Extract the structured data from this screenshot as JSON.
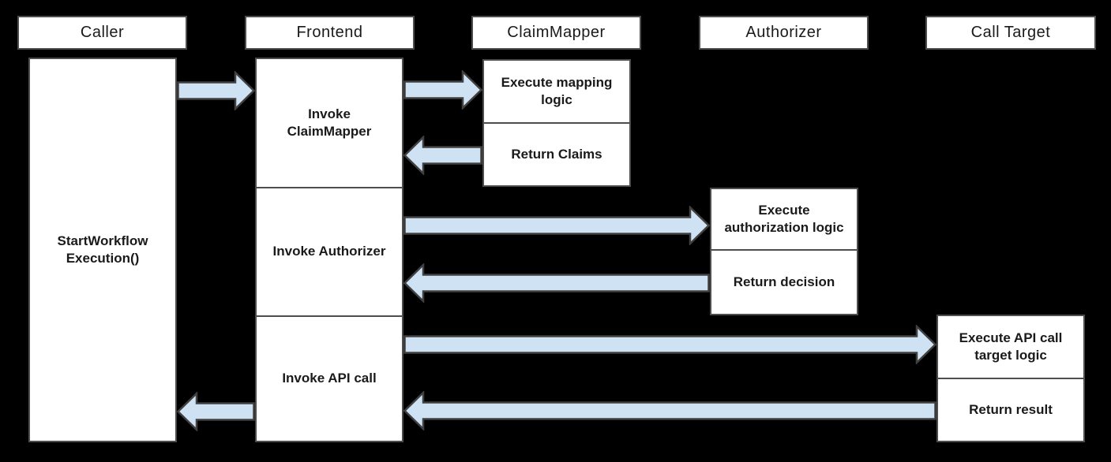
{
  "colors": {
    "background": "#000000",
    "box_fill": "#ffffff",
    "box_border": "#4d4d4d",
    "text": "#1a1a1a",
    "arrow_fill": "#cfe2f3",
    "arrow_border": "#404040"
  },
  "diagram_type": "sequence-diagram",
  "actors": [
    {
      "label": "Caller"
    },
    {
      "label": "Frontend"
    },
    {
      "label": "ClaimMapper"
    },
    {
      "label": "Authorizer"
    },
    {
      "label": "Call Target"
    }
  ],
  "activations": {
    "caller": {
      "label": "StartWorkflow Execution()"
    },
    "frontend": {
      "steps": [
        {
          "label": "Invoke ClaimMapper"
        },
        {
          "label": "Invoke Authorizer"
        },
        {
          "label": "Invoke API call"
        }
      ]
    },
    "claimmapper": {
      "steps": [
        {
          "label": "Execute mapping logic"
        },
        {
          "label": "Return Claims"
        }
      ]
    },
    "authorizer": {
      "steps": [
        {
          "label": "Execute authorization logic"
        },
        {
          "label": "Return decision"
        }
      ]
    },
    "calltarget": {
      "steps": [
        {
          "label": "Execute API call target logic"
        },
        {
          "label": "Return result"
        }
      ]
    }
  },
  "arrows": [
    {
      "from": "Caller",
      "to": "Frontend",
      "direction": "right"
    },
    {
      "from": "Frontend",
      "to": "ClaimMapper",
      "direction": "right"
    },
    {
      "from": "ClaimMapper",
      "to": "Frontend",
      "direction": "left"
    },
    {
      "from": "Frontend",
      "to": "Authorizer",
      "direction": "right"
    },
    {
      "from": "Authorizer",
      "to": "Frontend",
      "direction": "left"
    },
    {
      "from": "Frontend",
      "to": "Call Target",
      "direction": "right"
    },
    {
      "from": "Call Target",
      "to": "Frontend",
      "direction": "left"
    },
    {
      "from": "Frontend",
      "to": "Caller",
      "direction": "left"
    }
  ]
}
